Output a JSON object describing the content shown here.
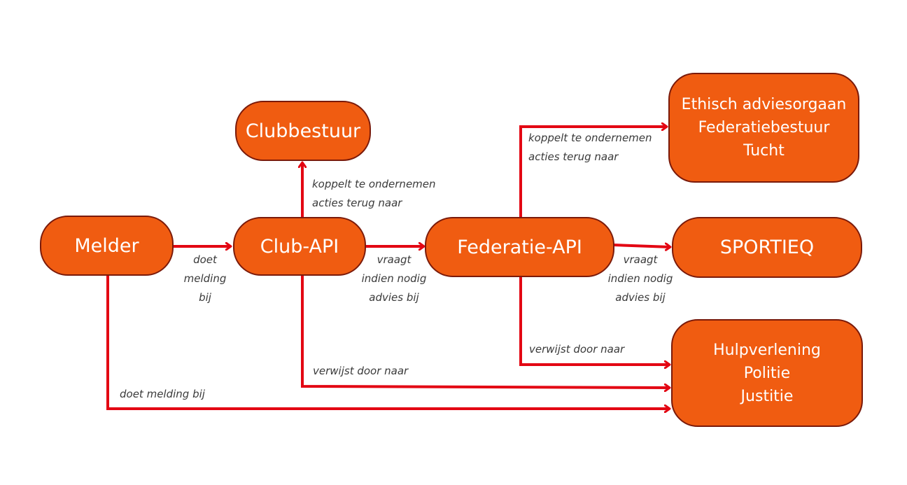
{
  "nodes": {
    "melder": "Melder",
    "club_api": "Club-API",
    "clubbestuur": "Clubbestuur",
    "federatie_api": "Federatie-API",
    "sportieq": "SPORTIEQ",
    "ethisch": [
      "Ethisch adviesorgaan",
      "Federatiebestuur",
      "Tucht"
    ],
    "hulp": [
      "Hulpverlening",
      "Politie",
      "Justitie"
    ]
  },
  "edges": {
    "melder_club": [
      "doet",
      "melding",
      "bij"
    ],
    "club_bestuur": [
      "koppelt te ondernemen",
      "acties terug naar"
    ],
    "club_fed": [
      "vraagt",
      "indien nodig",
      "advies bij"
    ],
    "fed_ethisch": [
      "koppelt te ondernemen",
      "acties terug naar"
    ],
    "fed_sportieq": [
      "vraagt",
      "indien nodig",
      "advies bij"
    ],
    "fed_hulp": "verwijst door naar",
    "club_hulp": "verwijst door naar",
    "melder_hulp": "doet melding bij"
  },
  "colors": {
    "node_fill": "#f05c11",
    "node_border": "#7a1a0a",
    "arrow": "#e30613",
    "label": "#3a3a3a"
  }
}
